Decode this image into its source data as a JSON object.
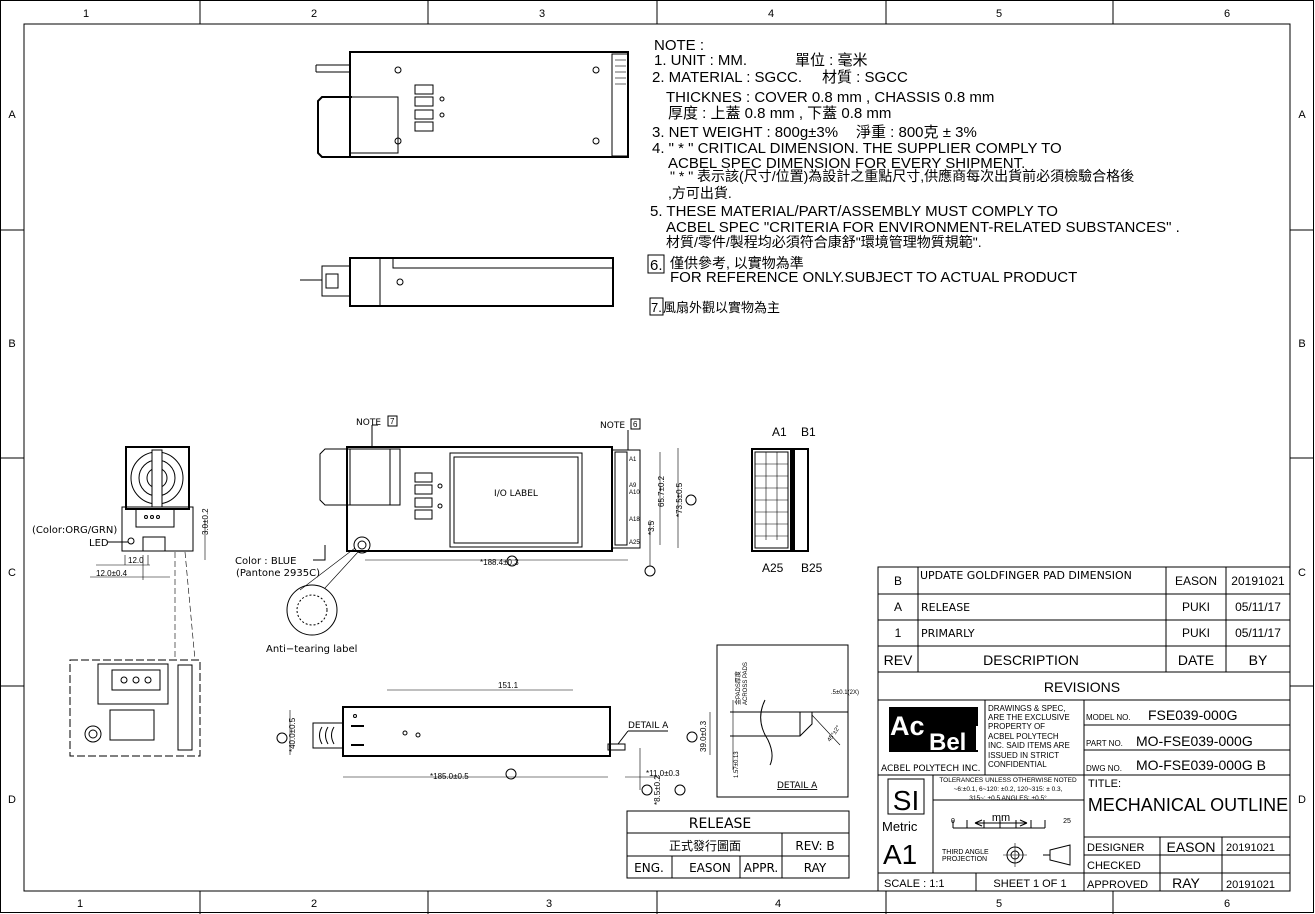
{
  "zones": {
    "columns": [
      "1",
      "2",
      "3",
      "4",
      "5",
      "6"
    ],
    "rows": [
      "A",
      "B",
      "C",
      "D"
    ]
  },
  "notes": {
    "heading": "NOTE :",
    "n1_en": "1. UNIT : MM.",
    "n1_zh": "單位 : 毫米",
    "n2_en": "2. MATERIAL : SGCC.",
    "n2_zh": "材質 : SGCC",
    "n2_thk_en": "THICKNES : COVER 0.8 mm , CHASSIS 0.8 mm",
    "n2_thk_zh": "厚度 : 上蓋 0.8 mm , 下蓋 0.8 mm",
    "n3_en": "3. NET WEIGHT : 800g±3%",
    "n3_zh": "淨重 : 800克 ± 3%",
    "n4_l1": "4. \" * \" CRITICAL DIMENSION. THE SUPPLIER COMPLY TO",
    "n4_l2": "ACBEL SPEC DIMENSION FOR EVERY SHIPMENT.",
    "n4_zh1": "\" * \" 表示該(尺寸/位置)為設計之重點尺寸,供應商每次出貨前必須檢驗合格後",
    "n4_zh2": ",方可出貨.",
    "n5_l1": "5. THESE MATERIAL/PART/ASSEMBLY MUST COMPLY TO",
    "n5_l2": "ACBEL SPEC \"CRITERIA FOR ENVIRONMENT-RELATED SUBSTANCES\" .",
    "n5_zh": "材質/零件/製程均必須符合康舒\"環境管理物質規範\".",
    "n6_num": "6.",
    "n6_zh": "僅供參考, 以實物為準",
    "n6_en": "FOR REFERENCE ONLY.SUBJECT TO ACTUAL PRODUCT",
    "n7_num": "7.",
    "n7_zh": "風扇外觀以實物為主"
  },
  "callouts": {
    "note7": "NOTE",
    "note7_box": "7",
    "note6": "NOTE",
    "note6_box": "6",
    "io_label": "I/O LABEL",
    "pin_a1": "A1",
    "pin_a9": "A9",
    "pin_a10": "A10",
    "pin_a18": "A18",
    "pin_a25": "A25",
    "end_a1": "A1",
    "end_b1": "B1",
    "end_a25": "A25",
    "end_b25": "B25",
    "led_color": "(Color:ORG/GRN)",
    "led": "LED",
    "color_blue": "Color : BLUE",
    "pantone": "(Pantone 2935C)",
    "anti_tearing": "Anti−tearing label",
    "detail_a_callout": "DETAIL A",
    "detail_a_title": "DETAIL A",
    "pads_zh": "金PADS厚度",
    "across_pads": "ACROSS PADS"
  },
  "dimensions": {
    "d_3_0": "3.0±0.2",
    "d_12_0": "12.0",
    "d_12_0_tol": "12.0±0.4",
    "d_188_4": "*188.4±0.3",
    "d_65_7": "65.7±0.2",
    "d_73_5": "*73.5±0.5",
    "d_3_5": "*3.5",
    "d_151_1": "151.1",
    "d_40_0": "*40.0±0.5",
    "d_185_0": "*185.0±0.5",
    "d_11_0": "*11.0±0.3",
    "d_39_0": "39.0±0.3",
    "d_8_5": "*8.5±0.2",
    "d_pad_w": ".5±0.1(2X)",
    "d_45": "45°±2°",
    "d_1_57": "1.57±0.13"
  },
  "release_box": {
    "title": "RELEASE",
    "zh": "正式發行圖面",
    "rev": "REV:  B",
    "eng_label": "ENG.",
    "eng": "EASON",
    "appr_label": "APPR.",
    "appr": "RAY"
  },
  "revisions": {
    "rows": [
      {
        "rev": "B",
        "description": "UPDATE GOLDFINGER PAD DIMENSION",
        "date": "EASON",
        "by": "20191021"
      },
      {
        "rev": "A",
        "description": "RELEASE",
        "date": "PUKI",
        "by": "05/11/17"
      },
      {
        "rev": "1",
        "description": "PRIMARLY",
        "date": "PUKI",
        "by": "05/11/17"
      }
    ],
    "headers": {
      "rev": "REV",
      "description": "DESCRIPTION",
      "date": "DATE",
      "by": "BY"
    },
    "title": "REVISIONS"
  },
  "title_block": {
    "logo_ac": "Ac",
    "logo_bel": "Bel",
    "company": "ACBEL POLYTECH INC.",
    "confidential": [
      "DRAWINGS & SPEC,",
      "ARE THE EXCLUSIVE",
      "PROPERTY OF",
      "ACBEL POLYTECH",
      "INC. SAID ITEMS ARE",
      "ISSUED IN STRICT",
      "CONFIDENTIAL"
    ],
    "model_label": "MODEL NO.",
    "model": "FSE039-000G",
    "part_label": "PART NO.",
    "part": "MO-FSE039-000G",
    "dwg_label": "DWG NO.",
    "dwg": "MO-FSE039-000G  B",
    "si": "SI",
    "metric": "Metric",
    "size": "A1",
    "tol_1": "TOLERANCES UNLESS OTHERWISE NOTED",
    "tol_2": "~6:±0.1, 6~120: ±0.2, 120~315: ± 0.3,",
    "tol_3": "315~: ±0.5 ANGLES: ±0.5°",
    "scale_unit": "mm",
    "scale_min": "0",
    "scale_max": "25",
    "projection_1": "THIRD ANGLE",
    "projection_2": "PROJECTION",
    "title_label": "TITLE:",
    "title": "MECHANICAL OUTLINE",
    "designer_label": "DESIGNER",
    "designer": "EASON",
    "designer_date": "20191021",
    "checked_label": "CHECKED",
    "approved_label": "APPROVED",
    "approved": "RAY",
    "approved_date": "20191021",
    "scale": "SCALE : 1:1",
    "sheet": "SHEET 1 OF 1"
  }
}
